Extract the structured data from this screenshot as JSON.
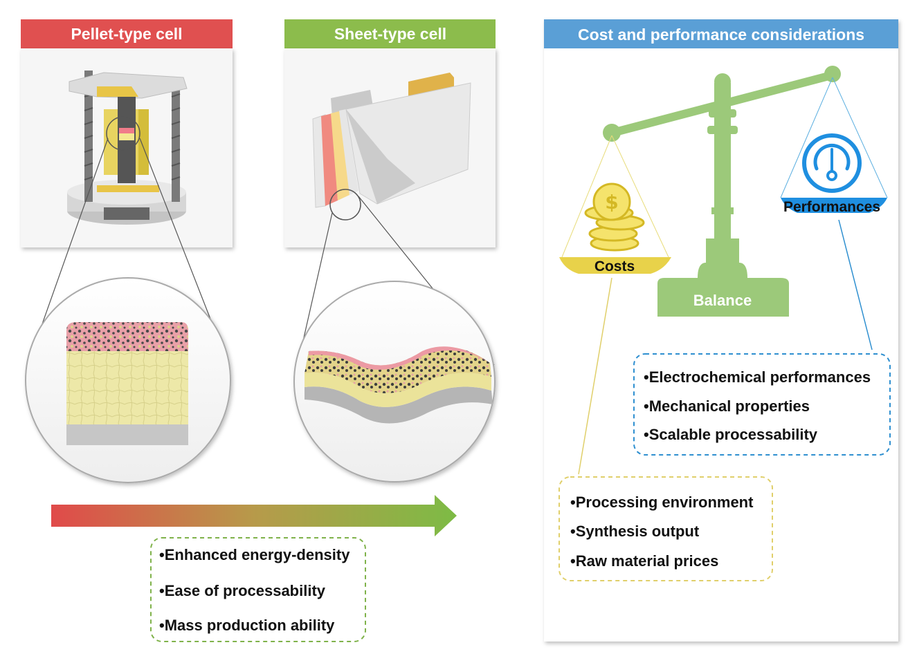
{
  "panels": {
    "pellet": {
      "title": "Pellet-type cell",
      "color": "#e05050"
    },
    "sheet": {
      "title": "Sheet-type cell",
      "color": "#8cbc4c"
    },
    "cost": {
      "title": "Cost and performance considerations",
      "color": "#5a9fd6"
    }
  },
  "advantages": {
    "items": [
      "•Enhanced energy-density",
      "•Ease of processability",
      "•Mass production ability"
    ],
    "border_color": "#7fb24a"
  },
  "balance": {
    "label": "Balance",
    "color": "#9cc97a",
    "costs_label": "Costs",
    "performances_label": "Performances"
  },
  "performance_factors": {
    "items": [
      "•Electrochemical performances",
      "•Mechanical properties",
      "•Scalable processability"
    ],
    "border_color": "#2e8fd0"
  },
  "cost_factors": {
    "items": [
      "•Processing environment",
      "•Synthesis output",
      "•Raw material prices"
    ],
    "border_color": "#e0cf6a"
  },
  "icons": [
    "coin-stack-icon",
    "gauge-icon",
    "balance-scale-icon",
    "pellet-cell-press-icon",
    "sheet-cell-pouch-icon"
  ]
}
